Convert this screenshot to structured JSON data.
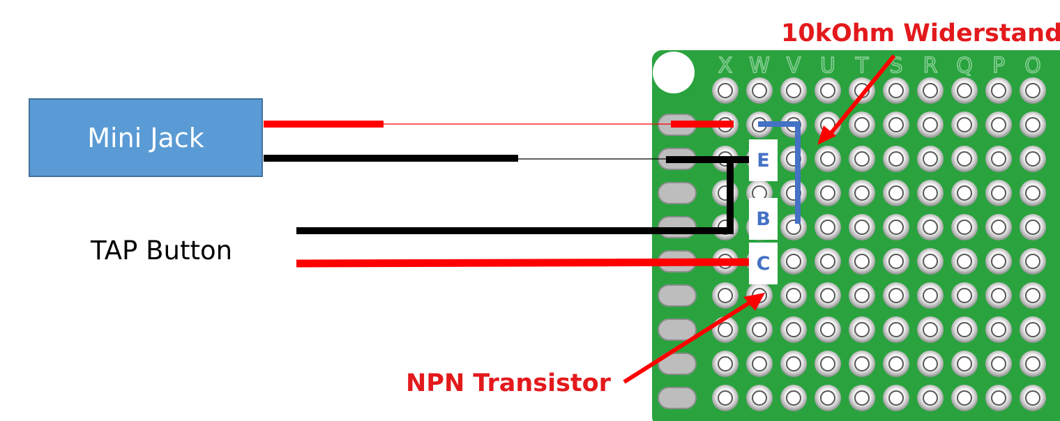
{
  "labels": {
    "mini_jack": "Mini Jack",
    "tap_button": "TAP Button",
    "resistor": "10kOhm Widerstand",
    "transistor": "NPN Transistor"
  },
  "pins": {
    "emitter": "E",
    "base": "B",
    "collector": "C"
  },
  "board_letters": [
    "X",
    "W",
    "V",
    "U",
    "T",
    "S",
    "R",
    "Q",
    "P",
    "O"
  ],
  "colors": {
    "board": "#2aa33f",
    "pad": "#d9d9d9",
    "wire_red": "#ff0000",
    "wire_black": "#000000",
    "resistor_wire": "#4472c4",
    "label_red": "#e3191c",
    "jack_fill": "#5b9bd5"
  }
}
